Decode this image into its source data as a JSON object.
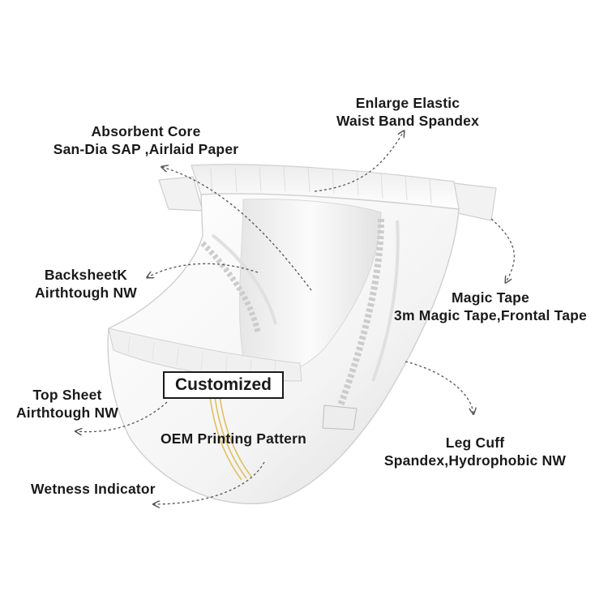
{
  "labels": {
    "waist_band": {
      "line1": "Enlarge Elastic",
      "line2": "Waist Band Spandex"
    },
    "absorbent_core": {
      "line1": "Absorbent Core",
      "line2": "San-Dia SAP ,Airlaid Paper"
    },
    "backsheet": {
      "line1": "BacksheetK",
      "line2": "Airthtough NW"
    },
    "magic_tape": {
      "line1": "Magic Tape",
      "line2": "3m Magic Tape,Frontal Tape"
    },
    "top_sheet": {
      "line1": "Top Sheet",
      "line2": "Airthtough NW"
    },
    "customized": "Customized",
    "oem_printing": "OEM Printing Pattern",
    "leg_cuff": {
      "line1": "Leg Cuff",
      "line2": "Spandex,Hydrophobic NW"
    },
    "wetness_indicator": "Wetness Indicator"
  },
  "colors": {
    "text": "#1a1a1a",
    "arrow": "#555555",
    "diaper_fill": "#fafafa",
    "diaper_shadow": "#d4d4d4",
    "wetness_stripe": "#e0c060"
  }
}
